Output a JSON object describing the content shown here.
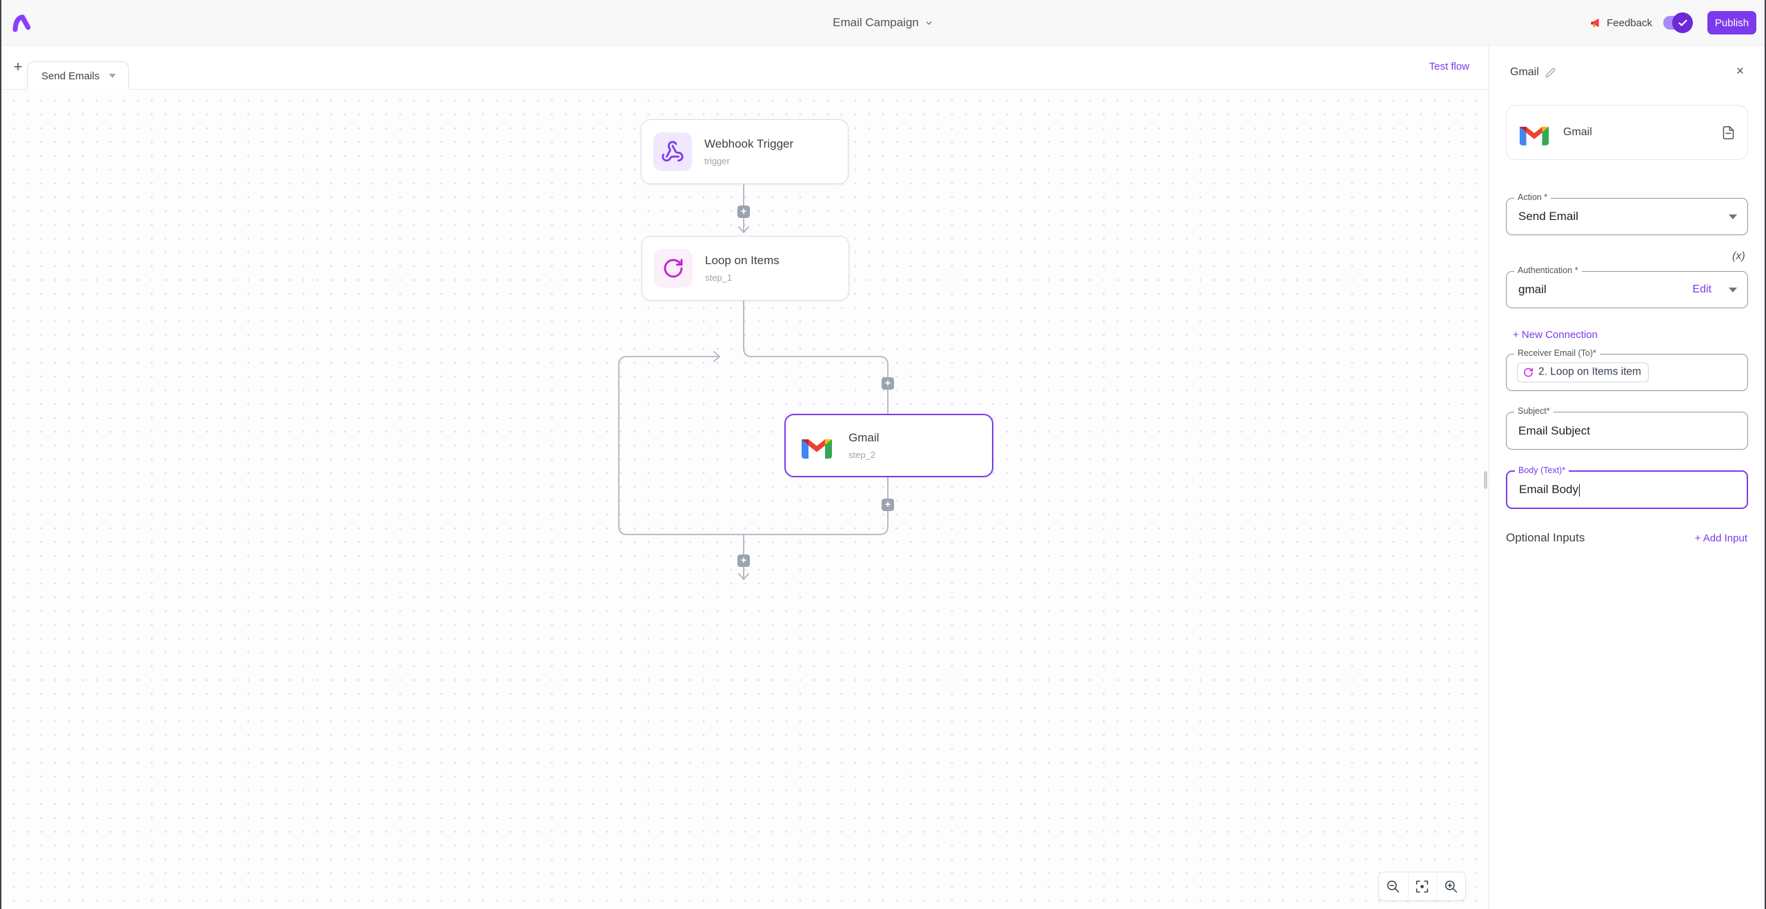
{
  "colors": {
    "accent": "#7c3aed",
    "loop_magenta": "#c026d3",
    "wire_gray": "#aeb5c0",
    "toggle_track": "#a78bfa",
    "toggle_thumb": "#6d28d9"
  },
  "header": {
    "title": "Email Campaign",
    "feedback_label": "Feedback",
    "publish_label": "Publish"
  },
  "flow_tabs": {
    "add_label": "+",
    "active_tab": "Send Emails"
  },
  "toolbar": {
    "test_flow_label": "Test flow"
  },
  "canvas": {
    "plus_label": "+",
    "nodes": [
      {
        "title": "Webhook Trigger",
        "subtitle": "trigger",
        "icon": "webhook-icon"
      },
      {
        "title": "Loop on Items",
        "subtitle": "step_1",
        "icon": "loop-icon"
      },
      {
        "title": "Gmail",
        "subtitle": "step_2",
        "icon": "gmail-icon",
        "selected": true
      }
    ],
    "zoom_controls": [
      "zoom-out",
      "fit-view",
      "zoom-in"
    ]
  },
  "panel": {
    "title": "Gmail",
    "close_label": "×",
    "piece_card": {
      "name": "Gmail"
    },
    "fields": {
      "action": {
        "label": "Action *",
        "value": "Send Email"
      },
      "authentication": {
        "label": "Authentication *",
        "value": "gmail",
        "edit_label": "Edit"
      },
      "receiver": {
        "label": "Receiver Email (To)*",
        "chip_text": "2. Loop on Items item"
      },
      "subject": {
        "label": "Subject*",
        "value": "Email Subject"
      },
      "body": {
        "label": "Body (Text)*",
        "value": "Email Body"
      }
    },
    "insert_variable_label": "(x)",
    "new_connection_label": "+ New Connection",
    "optional_inputs_label": "Optional Inputs",
    "add_input_label": "+ Add Input"
  }
}
